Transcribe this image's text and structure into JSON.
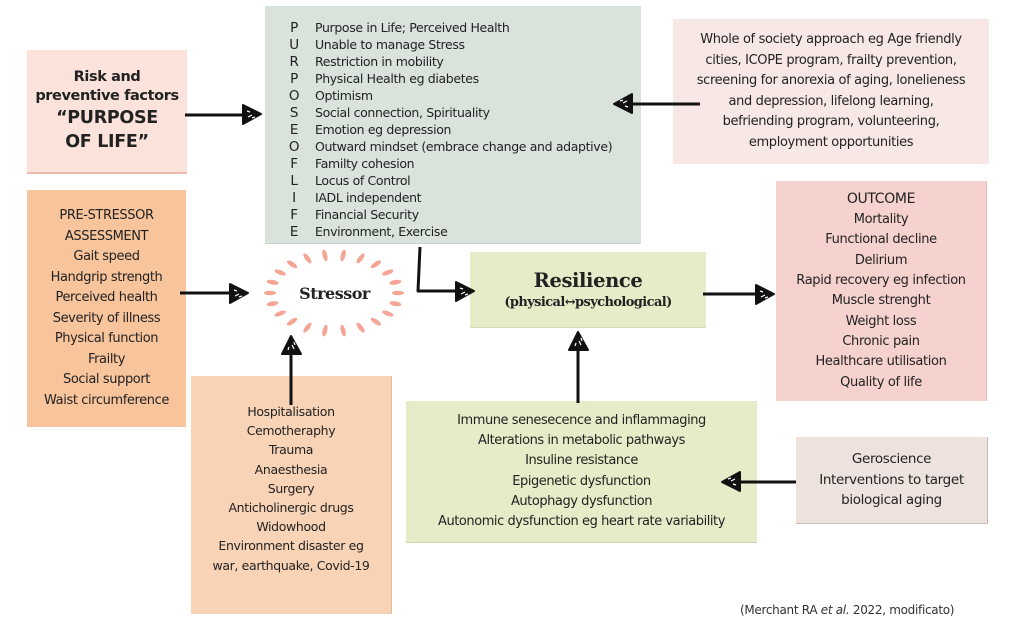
{
  "colors": {
    "risk_box": "#fbe3db",
    "purpose_box": "#d9e3dc",
    "society_box": "#f7e8e6",
    "prestressor_box": "#f8c49c",
    "stressor_burst": "#f4a595",
    "resilience_box": "#e7ecc8",
    "outcome_box": "#f6d2ce",
    "stressors_box": "#f9d3b6",
    "biology_box": "#e7ecc8",
    "geroscience_box": "#ede2dd",
    "arrow": "#111111"
  },
  "risk_factors": {
    "line1": "Risk and",
    "line2": "preventive factors",
    "line3": "“PURPOSE",
    "line4": "OF LIFE”"
  },
  "purpose_of_life": {
    "items": [
      {
        "letter": "P",
        "text": "Purpose in Life; Perceived Health"
      },
      {
        "letter": "U",
        "text": "Unable to manage Stress"
      },
      {
        "letter": "R",
        "text": "Restriction in mobility"
      },
      {
        "letter": "P",
        "text": "Physical Health eg diabetes"
      },
      {
        "letter": "O",
        "text": "Optimism"
      },
      {
        "letter": "S",
        "text": "Social connection, Spirituality"
      },
      {
        "letter": "E",
        "text": "Emotion eg depression"
      },
      {
        "letter": "O",
        "text": "Outward mindset (embrace change and adaptive)"
      },
      {
        "letter": "F",
        "text": "Familty cohesion"
      },
      {
        "letter": "L",
        "text": "Locus of Control"
      },
      {
        "letter": "I",
        "text": "IADL independent"
      },
      {
        "letter": "F",
        "text": "Financial Security"
      },
      {
        "letter": "E",
        "text": "Environment, Exercise"
      }
    ]
  },
  "society": {
    "lines": [
      "Whole of society approach eg Age friendly",
      "cities, ICOPE program, frailty prevention,",
      "screening for anorexia of aging, lonelieness",
      "and depression, lifelong learning,",
      "befriending program, volunteering,",
      "employment opportunities"
    ]
  },
  "pre_stressor": {
    "heading1": "PRE-STRESSOR",
    "heading2": "ASSESSMENT",
    "items": [
      "Gait speed",
      "Handgrip strength",
      "Perceived health",
      "Severity of illness",
      "Physical function",
      "Frailty",
      "Social support",
      "Waist circumference"
    ]
  },
  "stressor": {
    "label": "Stressor"
  },
  "resilience": {
    "title": "Resilience",
    "subtitle_left": "(physical",
    "subtitle_arrow": "↔",
    "subtitle_right": "psychological)"
  },
  "outcome": {
    "heading": "OUTCOME",
    "items": [
      "Mortality",
      "Functional decline",
      "Delirium",
      "Rapid recovery eg infection",
      "Muscle strenght",
      "Weight loss",
      "Chronic pain",
      "Healthcare utilisation",
      "Quality of life"
    ]
  },
  "stressors_list": {
    "items": [
      "Hospitalisation",
      "Cemotheraphy",
      "Trauma",
      "Anaesthesia",
      "Surgery",
      "Anticholinergic drugs",
      "Widowhood",
      "Environment disaster eg",
      "war, earthquake, Covid-19"
    ]
  },
  "biology": {
    "items": [
      "Immune senesecence and inflammaging",
      "Alterations in metabolic pathways",
      "Insuline resistance",
      "Epigenetic dysfunction",
      "Autophagy dysfunction",
      "Autonomic dysfunction eg heart rate variability"
    ]
  },
  "geroscience": {
    "heading": "Geroscience",
    "line1": "Interventions to target",
    "line2": "biological aging"
  },
  "citation": {
    "prefix": "(Merchant RA ",
    "italic": "et al.",
    "suffix": " 2022, modificato)"
  }
}
